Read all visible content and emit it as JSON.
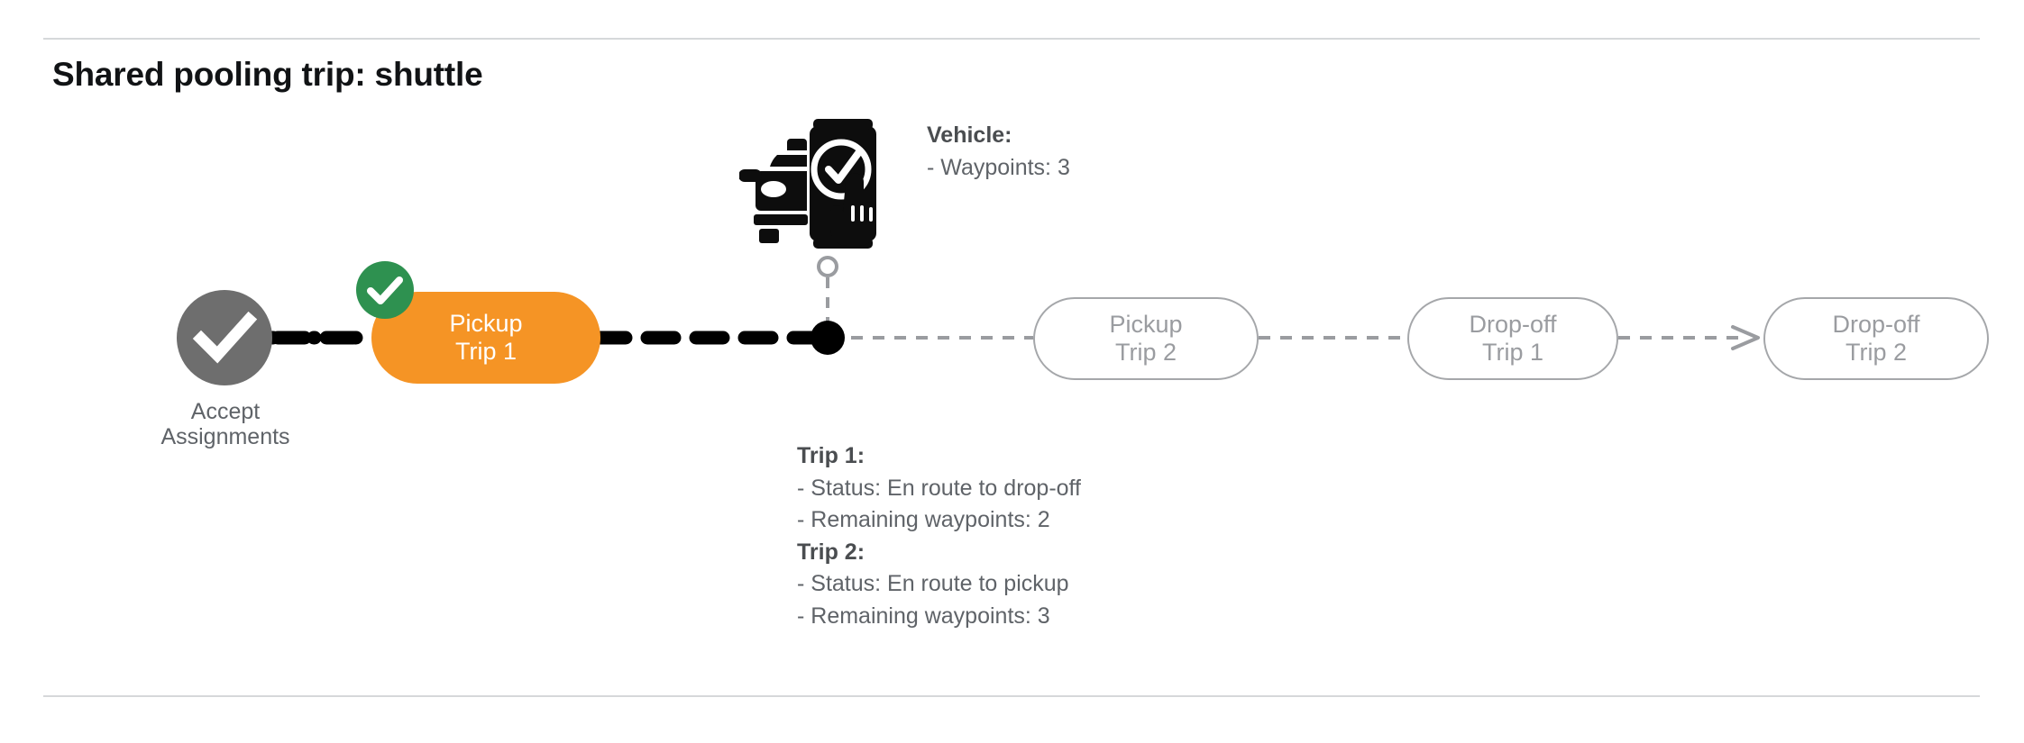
{
  "page": {
    "title": "Shared pooling trip: shuttle"
  },
  "flow": {
    "start_node": {
      "icon": "check-circle-icon",
      "label_line1": "Accept",
      "label_line2": "Assignments",
      "fill": "#6e6e6e"
    },
    "active_node": {
      "line1": "Pickup",
      "line2": "Trip 1",
      "fill": "#f59425",
      "text_color": "#ffffff",
      "badge_icon": "check-badge-icon",
      "badge_fill": "#2e9150",
      "completed": true
    },
    "upcoming_nodes": [
      {
        "line1": "Pickup",
        "line2": "Trip 2",
        "border": "#a5a7aa",
        "text_color": "#9a9ca0"
      },
      {
        "line1": "Drop-off",
        "line2": "Trip 1",
        "border": "#a5a7aa",
        "text_color": "#9a9ca0"
      },
      {
        "line1": "Drop-off",
        "line2": "Trip 2",
        "border": "#a5a7aa",
        "text_color": "#9a9ca0"
      }
    ],
    "vehicle_marker": {
      "icon": "vehicle-phone-check-icon",
      "connector_icon": "open-circle-marker",
      "position_dot": "current-position-dot"
    }
  },
  "vehicle_info": {
    "heading": "Vehicle",
    "heading_suffix": ":",
    "rows": [
      "- Waypoints: 3"
    ]
  },
  "trip_info": {
    "trip1": {
      "heading": "Trip 1",
      "heading_suffix": ":",
      "status_row": "- Status:  En route to drop-off",
      "waypoints_row": "- Remaining waypoints: 2"
    },
    "trip2": {
      "heading": "Trip 2",
      "heading_suffix": ":",
      "status_row": "- Status:  En route to pickup",
      "waypoints_row": "- Remaining waypoints: 3"
    }
  },
  "colors": {
    "accent_orange": "#f59425",
    "success_green": "#2e9150",
    "node_gray": "#6e6e6e",
    "outline_gray": "#a5a7aa",
    "text_gray": "#5f6368",
    "rule_gray": "#d6d8da",
    "track_done": "#000000",
    "track_pending": "#9a9ca0"
  }
}
